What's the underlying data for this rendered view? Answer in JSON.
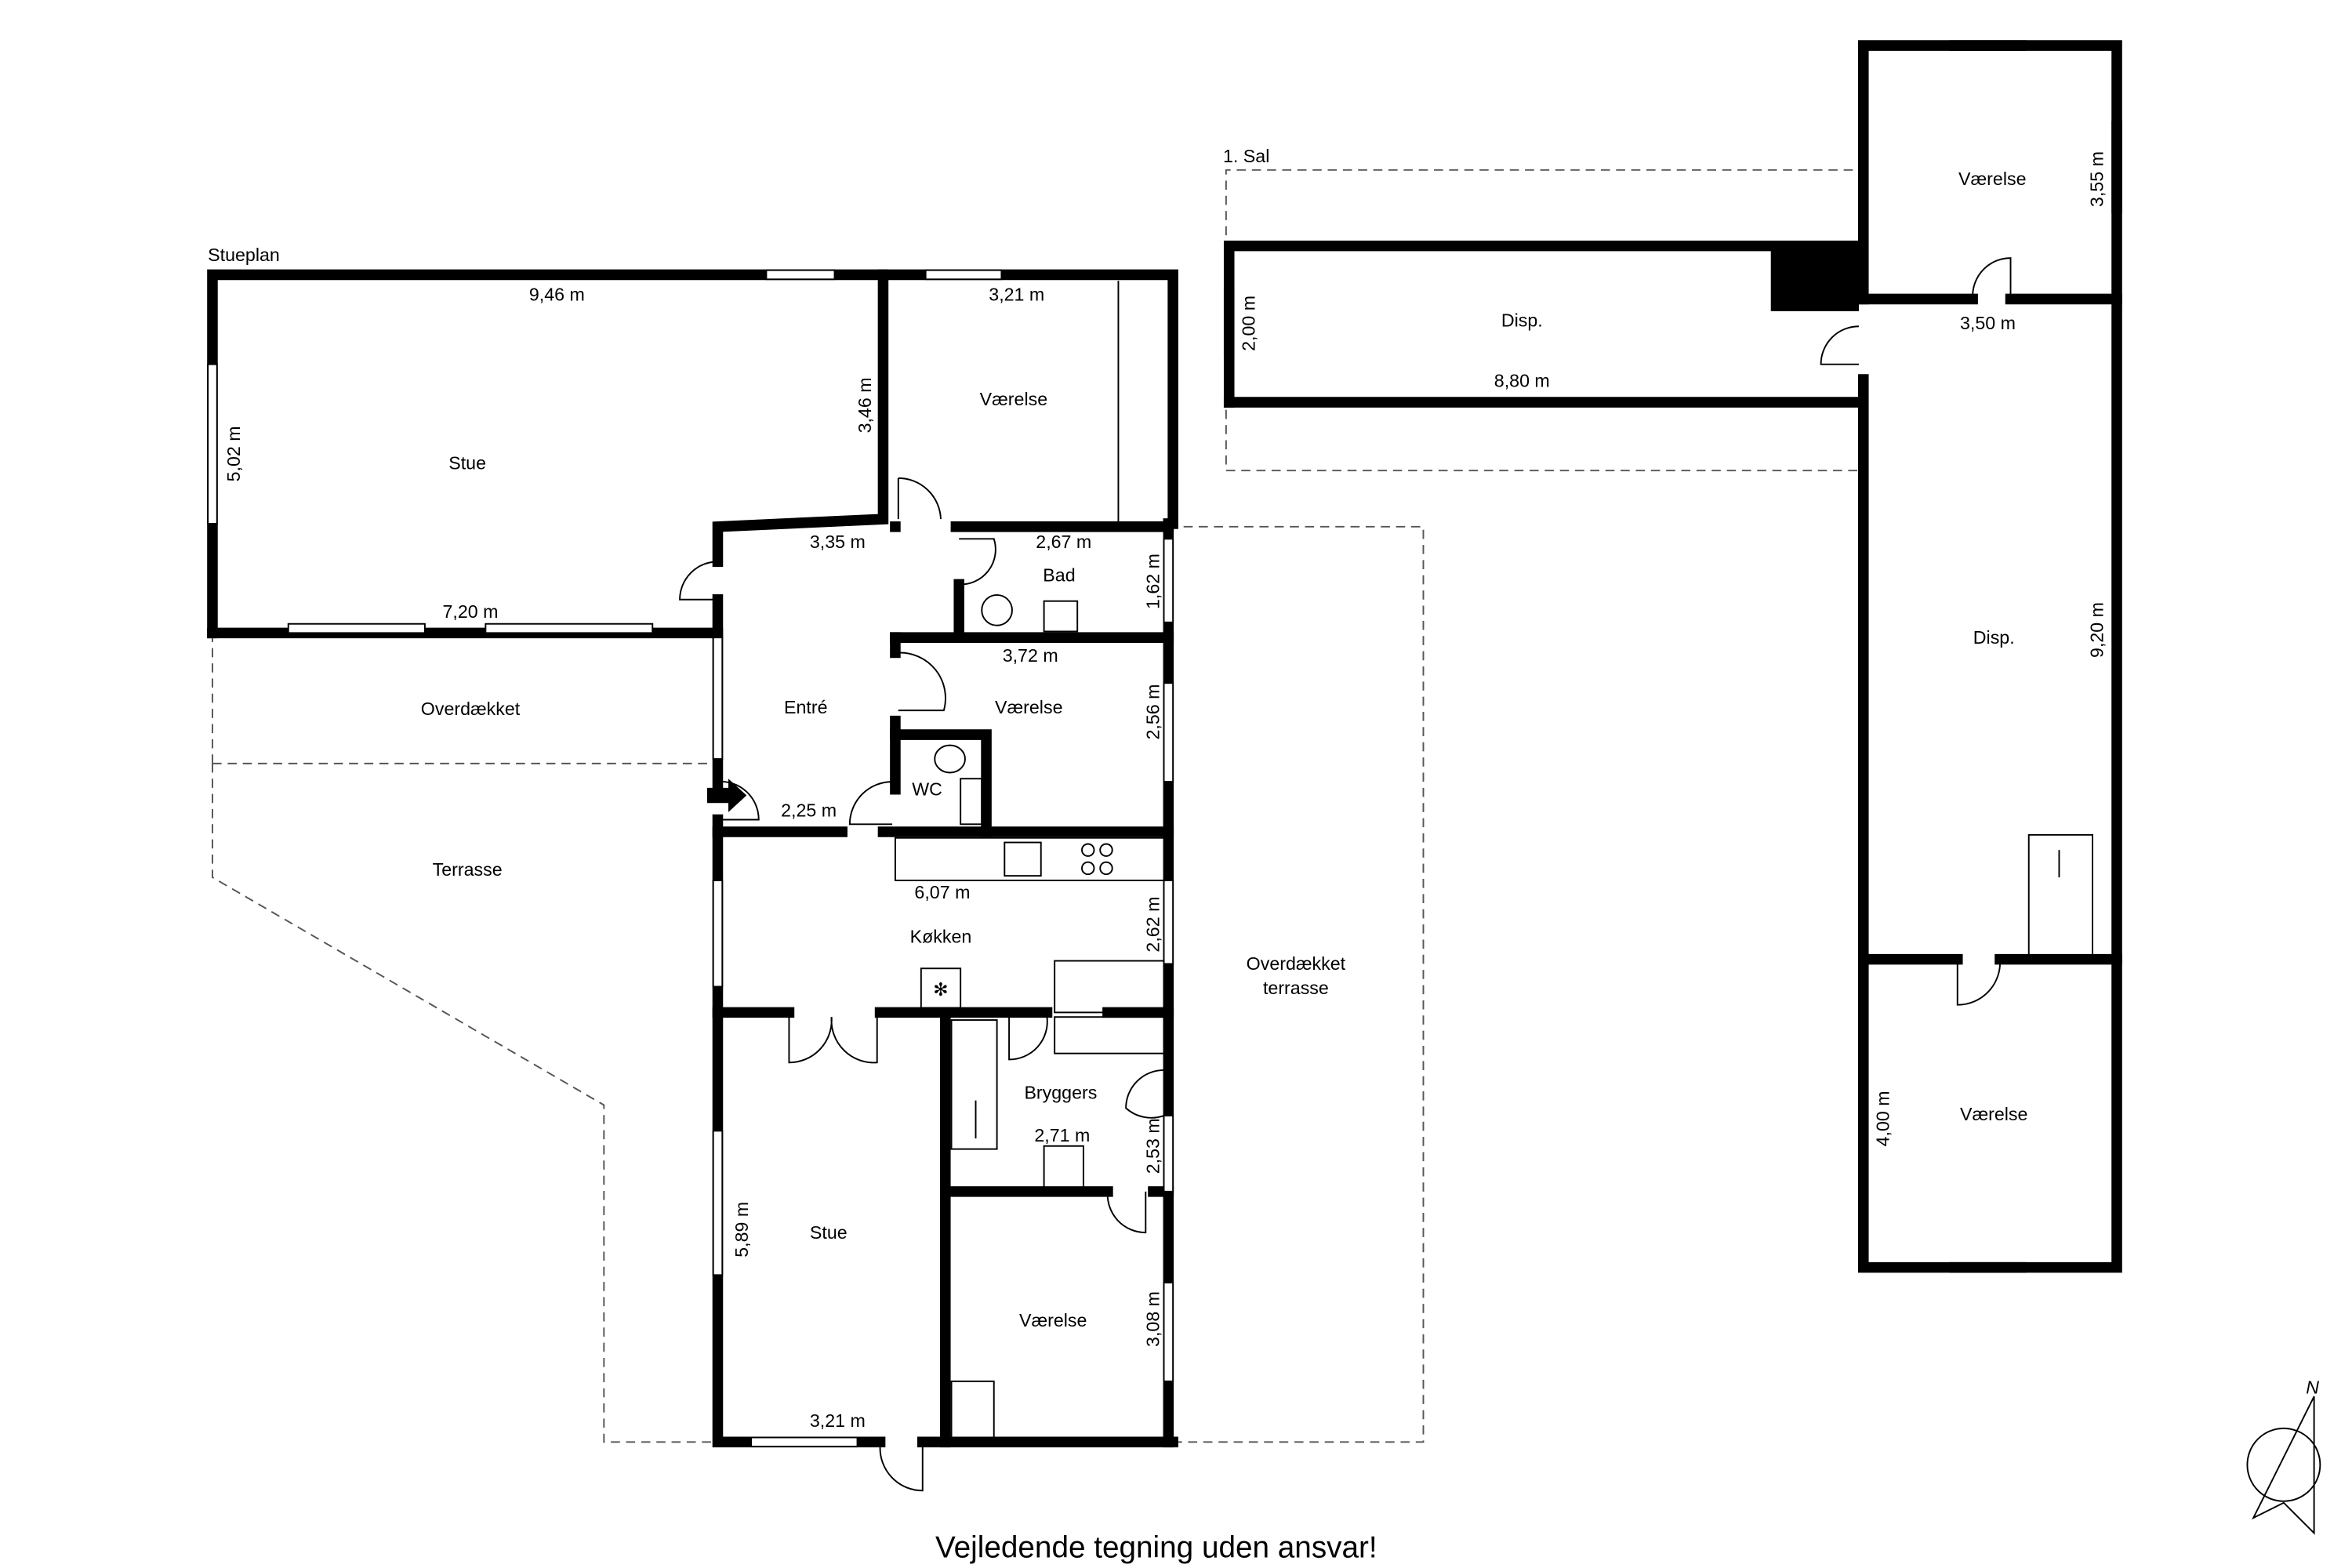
{
  "ground_floor": {
    "title": "Stueplan",
    "rooms": {
      "stue_top": "Stue",
      "vaerelse_top": "Værelse",
      "bad": "Bad",
      "entre": "Entré",
      "vaerelse_mid": "Værelse",
      "wc": "WC",
      "overdaekket": "Overdækket",
      "terrasse": "Terrasse",
      "koekken": "Køkken",
      "overdaekket_terrasse_1": "Overdækket",
      "overdaekket_terrasse_2": "terrasse",
      "bryggers": "Bryggers",
      "stue_bottom": "Stue",
      "vaerelse_bottom": "Værelse"
    },
    "dimensions": {
      "stue_width": "9,46 m",
      "stue_height": "5,02 m",
      "stue_bottom": "7,20 m",
      "vaerelse_top_width": "3,21 m",
      "vaerelse_top_height": "3,46 m",
      "entre_width": "3,35 m",
      "bad_width": "2,67 m",
      "bad_height": "1,62 m",
      "vaerelse_mid_width": "3,72 m",
      "vaerelse_mid_height": "2,56 m",
      "entre_bottom": "2,25 m",
      "koekken_width": "6,07 m",
      "koekken_height": "2,62 m",
      "bryggers_width": "2,71 m",
      "bryggers_height": "2,53 m",
      "stue_bottom_height": "5,89 m",
      "stue_bottom_width": "3,21 m",
      "vaerelse_bottom_height": "3,08 m"
    }
  },
  "first_floor": {
    "title": "1. Sal",
    "rooms": {
      "disp_left": "Disp.",
      "vaerelse_top": "Værelse",
      "disp_right": "Disp.",
      "vaerelse_bottom": "Værelse"
    },
    "dimensions": {
      "disp_left_height": "2,00 m",
      "disp_left_width": "8,80 m",
      "vaerelse_top_height": "3,55 m",
      "vaerelse_top_width": "3,50 m",
      "disp_right_height": "9,20 m",
      "vaerelse_bottom_height": "4,00 m"
    }
  },
  "compass": {
    "label": "N",
    "icon": "north-arrow-icon"
  },
  "footer": "Vejledende tegning uden ansvar!"
}
